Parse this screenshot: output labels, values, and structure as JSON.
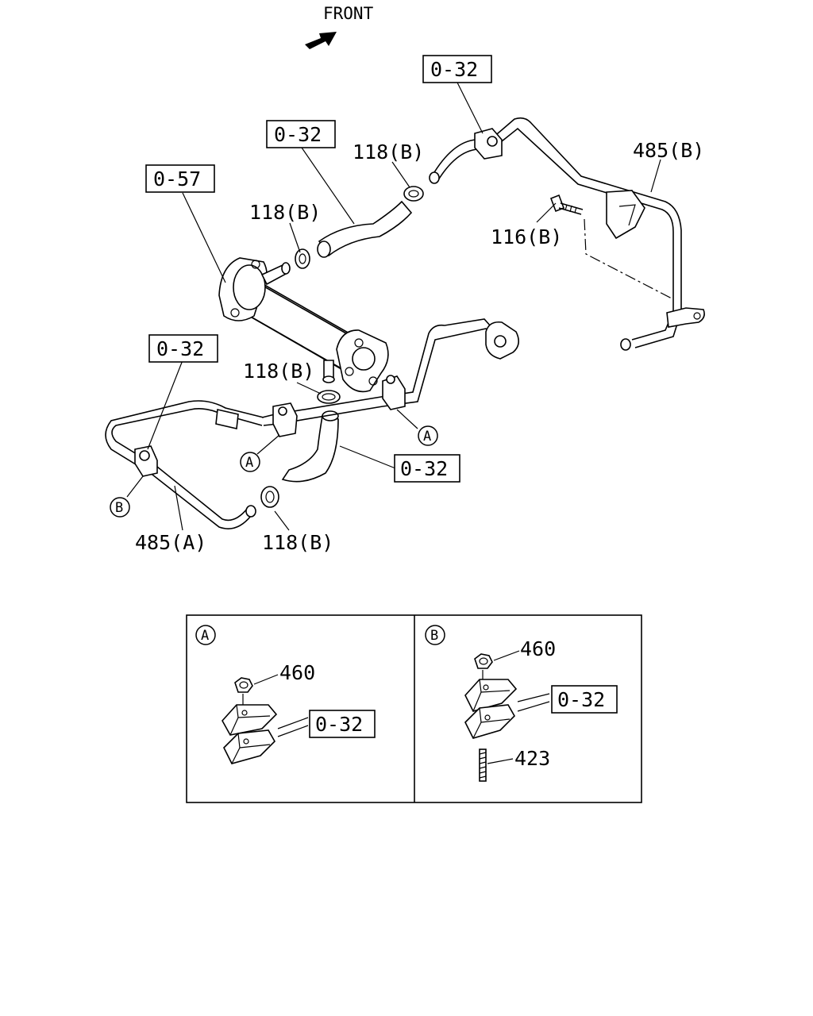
{
  "front_label": "FRONT",
  "ref_labels": {
    "egr_cooler": "0-57",
    "pipe_top": "0-32",
    "hose_upper": "0-32",
    "pipe_left": "0-32",
    "hose_lower": "0-32",
    "clip_a": "0-32",
    "clip_b": "0-32"
  },
  "part_labels": {
    "clamp_upper_right": "118(B)",
    "clamp_upper_left": "118(B)",
    "clamp_mid": "118(B)",
    "clamp_lower": "118(B)",
    "pipe_485b": "485(B)",
    "pipe_485a": "485(A)",
    "bolt_116b": "116(B)",
    "nut_a": "460",
    "nut_b": "460",
    "stud_b": "423"
  },
  "callouts": {
    "a": "A",
    "b": "B"
  },
  "detail_panels": [
    {
      "id": "A",
      "label": "A"
    },
    {
      "id": "B",
      "label": "B"
    }
  ]
}
